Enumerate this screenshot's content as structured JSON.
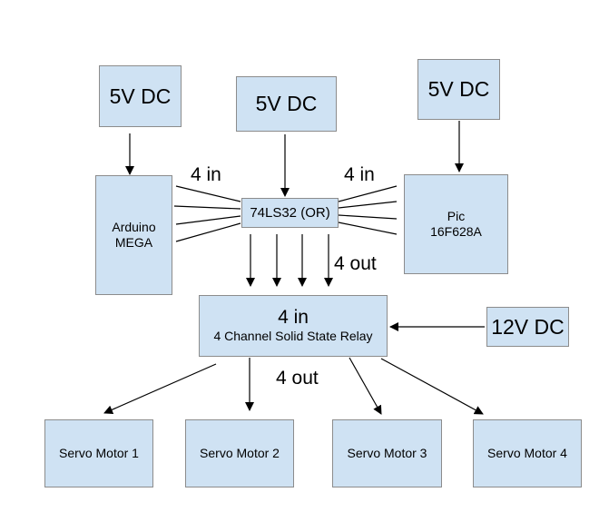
{
  "diagram": {
    "power_arduino": "5V DC",
    "power_or": "5V DC",
    "power_pic": "5V DC",
    "power_relay": "12V DC",
    "arduino_line1": "Arduino",
    "arduino_line2": "MEGA",
    "or_gate": "74LS32 (OR)",
    "pic_line1": "Pic",
    "pic_line2": "16F628A",
    "label_left_in": "4 in",
    "label_right_in": "4 in",
    "label_or_out": "4 out",
    "relay_in": "4 in",
    "relay_name": "4 Channel Solid State Relay",
    "label_relay_out": "4 out",
    "servo_1": "Servo Motor 1",
    "servo_2": "Servo Motor 2",
    "servo_3": "Servo Motor 3",
    "servo_4": "Servo Motor 4"
  },
  "colors": {
    "box_fill": "#cfe2f3",
    "box_border": "#8c8c8c",
    "line": "#000000"
  }
}
